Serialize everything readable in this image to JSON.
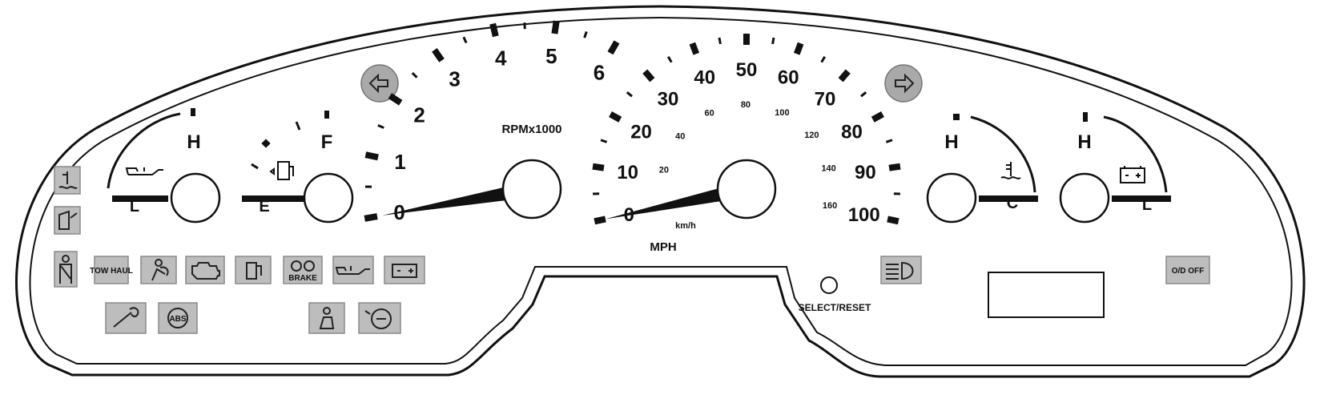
{
  "colors": {
    "outline": "#111111",
    "lamp_bg": "#bdbdbd",
    "ink": "#111111",
    "arrow_bg": "#a9a9a9"
  },
  "tachometer": {
    "label": "RPMx1000",
    "min": 0,
    "max": 6,
    "ticks": [
      "0",
      "1",
      "2",
      "3",
      "4",
      "5",
      "6"
    ],
    "needle_value": 0
  },
  "speedometer": {
    "mph_label": "MPH",
    "kmh_label": "km/h",
    "min": 0,
    "max": 100,
    "mph_ticks": [
      "0",
      "10",
      "20",
      "30",
      "40",
      "50",
      "60",
      "70",
      "80",
      "90",
      "100"
    ],
    "kmh_ticks": [
      "20",
      "40",
      "60",
      "80",
      "100",
      "120",
      "140",
      "160"
    ],
    "needle_value": 0
  },
  "gauges": {
    "oil_temp": {
      "high_label": "H",
      "low_label": "L",
      "icon": "oil-can-icon"
    },
    "fuel": {
      "high_label": "F",
      "low_label": "E",
      "icon": "fuel-pump-icon"
    },
    "coolant": {
      "high_label": "H",
      "low_label": "C",
      "icon": "coolant-temp-icon"
    },
    "battery": {
      "high_label": "H",
      "low_label": "L",
      "icon": "battery-icon"
    }
  },
  "warning_lamps": {
    "tow_haul": "TOW HAUL",
    "brake": "BRAKE",
    "od_off": "O/D OFF",
    "abs": "ABS"
  },
  "controls": {
    "select_reset_label": "SELECT/RESET"
  },
  "turn_signals": {
    "left": "left-arrow-icon",
    "right": "right-arrow-icon"
  }
}
